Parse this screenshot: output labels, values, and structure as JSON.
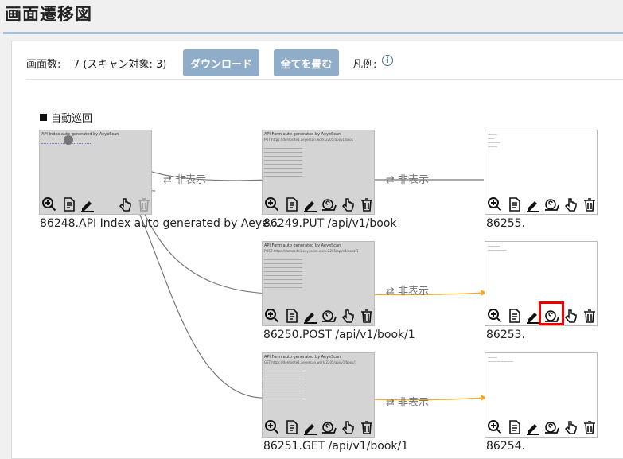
{
  "page": {
    "title": "画面遷移図"
  },
  "toolbar": {
    "count_label": "画面数:",
    "count_value": "7 (スキャン対象: 3)",
    "download_label": "ダウンロード",
    "collapse_label": "全てを畳む",
    "legend_label": "凡例:",
    "info_glyph": "i"
  },
  "section": {
    "title": "自動巡回"
  },
  "hide_label": "⇄ 非表示",
  "nodes": {
    "n86248": {
      "label": "86248.API Index auto generated by Aeye...",
      "thumb_title": "API Index auto generated by AeyeScan"
    },
    "n86249": {
      "label": "86249.PUT /api/v1/book",
      "thumb_title": "API Form auto generated by AeyeScan",
      "thumb_url": "PUT https://demosite1.aeyescan.work:2205/api/v1/book"
    },
    "n86250": {
      "label": "86250.POST /api/v1/book/1",
      "thumb_title": "API Form auto generated by AeyeScan",
      "thumb_url": "POST https://demosite1.aeyescan.work:2205/api/v1/book/1"
    },
    "n86251": {
      "label": "86251.GET /api/v1/book/1",
      "thumb_title": "API Form auto generated by AeyeScan",
      "thumb_url": "GET https://demosite1.aeyescan.work:2205/api/v1/book/1"
    },
    "n86255": {
      "label": "86255."
    },
    "n86253": {
      "label": "86253."
    },
    "n86254": {
      "label": "86254."
    }
  },
  "colors": {
    "accent_button": "#8fadc8",
    "edge_gray": "#777777",
    "edge_orange": "#f5a623",
    "highlight": "#e00000"
  }
}
